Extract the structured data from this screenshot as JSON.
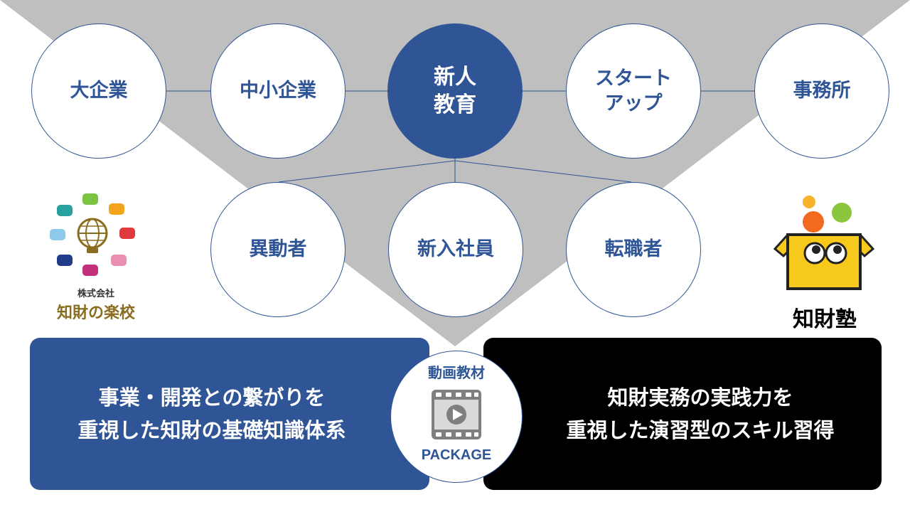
{
  "colors": {
    "navy": "#2f5597",
    "gray_funnel": "#bfbfbf",
    "black": "#000000"
  },
  "top_row": [
    "大企業",
    "中小企業",
    "新人\n教育",
    "スタート\nアップ",
    "事務所"
  ],
  "bottom_row": [
    "異動者",
    "新入社員",
    "転職者"
  ],
  "panels": {
    "left_text": "事業・開発との繋がりを\n重視した知財の基礎知識体系",
    "right_text": "知財実務の実践力を\n重視した演習型のスキル習得"
  },
  "package": {
    "top_label": "動画教材",
    "bottom_label": "PACKAGE",
    "icon": "video-play-icon"
  },
  "logos": {
    "left": {
      "company": "株式会社",
      "name": "知財の楽校",
      "icon": "globe-lightbulb-icon"
    },
    "right": {
      "name": "知財塾",
      "icon": "box-character-icon"
    }
  }
}
